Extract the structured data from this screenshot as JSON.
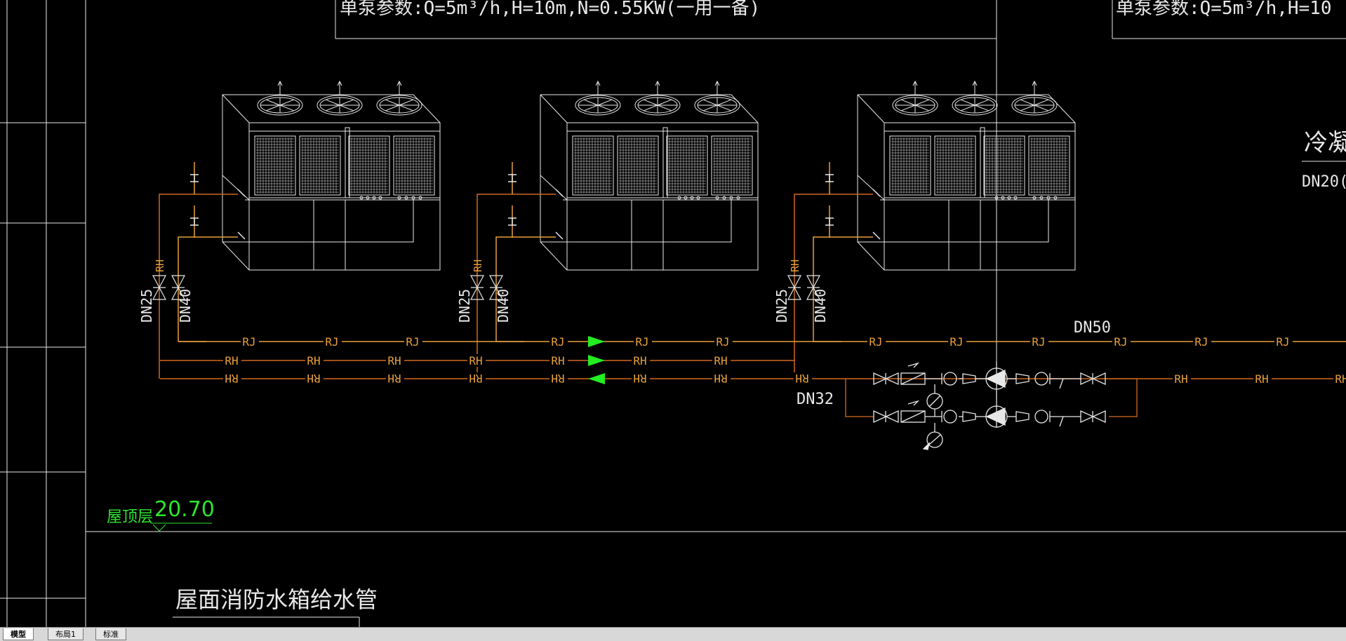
{
  "drawing": {
    "pump_param_left": "单泵参数:Q=5m³/h,H=10m,N=0.55KW(一用一备)",
    "pump_param_right": "单泵参数:Q=5m³/h,H=10",
    "condenser_label": "冷凝器",
    "condenser_size": "DN20(",
    "roof_level_label": "屋顶层",
    "roof_elevation": "20.70",
    "section_title": "屋面消防水箱给水管",
    "pipe_rj": "RJ",
    "pipe_rh": "RH",
    "dn25": "DN25",
    "dn40": "DN40",
    "dn50": "DN50",
    "dn32": "DN32"
  },
  "tabs": [
    {
      "label": "模型",
      "active": true
    },
    {
      "label": "布局1",
      "active": false
    },
    {
      "label": "标准",
      "active": false
    }
  ],
  "colors": {
    "background": "#000000",
    "line_white": "#e8e8e8",
    "pipe_orange": "#e8a03c",
    "pipe_red": "#d2691e",
    "flow_arrow": "#22ee22",
    "level_text": "#2ee62e"
  }
}
